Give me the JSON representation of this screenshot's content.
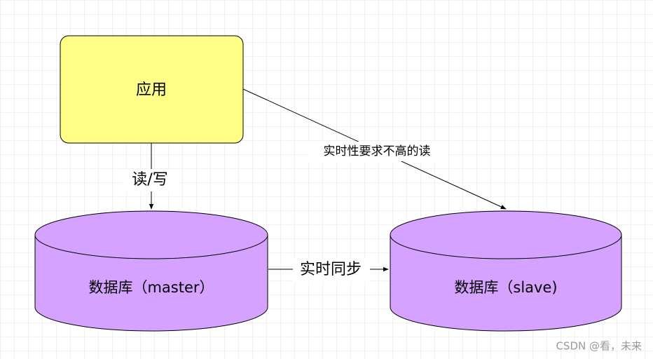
{
  "nodes": {
    "app": {
      "label": "应用"
    },
    "master": {
      "label": "数据库（master）"
    },
    "slave": {
      "label": "数据库（slave)"
    }
  },
  "edges": {
    "app_to_master": {
      "label": "读/写"
    },
    "master_to_slave": {
      "label": "实时同步"
    },
    "app_to_slave": {
      "label": "实时性要求不高的读"
    }
  },
  "watermark": {
    "text": "CSDN @看，未来"
  },
  "colors": {
    "app_fill": "#FFFF88",
    "db_fill": "#D5A3FF",
    "stroke": "#000000",
    "grid": "#E6E6E6"
  }
}
